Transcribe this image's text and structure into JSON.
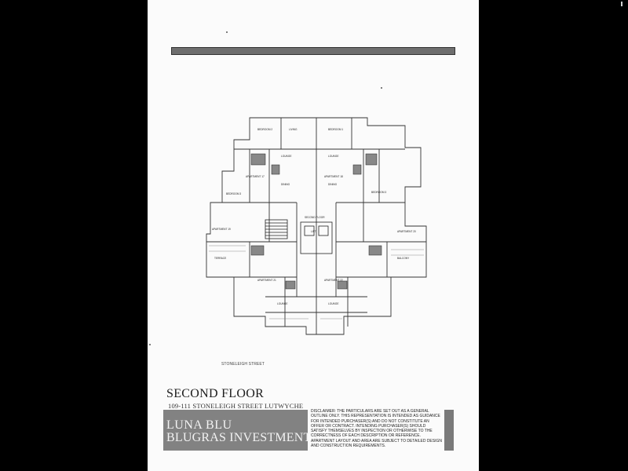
{
  "document": {
    "title": "SECOND FLOOR",
    "address": "109-111 STONELEIGH STREET LUTWYCHE",
    "brand_line1": "LUNA BLU",
    "brand_line2": "BLUGRAS INVESTMENTS",
    "street_label": "STONELEIGH STREET",
    "disclaimer": "DISCLAIMER: THE PARTICULARS ARE SET OUT AS A GENERAL OUTLINE ONLY. THIS REPRESENTATION IS INTENDED AS GUIDANCE FOR INTENDED PURCHASER(S) AND DO NOT CONSTITUTE AN OFFER OR CONTRACT. INTENDING PURCHASER(S) SHOULD SATISFY THEMSELVES BY INSPECTION OR OTHERWISE TO THE CORRECTNESS OF EACH DESCRIPTION OR REFERENCE. APARTMENT LAYOUT AND AREA ARE SUBJECT TO DETAILED DESIGN AND CONSTRUCTION REQUIREMENTS."
  },
  "plan": {
    "apartment_labels": [
      "APARTMENT 17",
      "APARTMENT 18",
      "APARTMENT 19",
      "APARTMENT 20",
      "APARTMENT 21",
      "APARTMENT 22"
    ],
    "room_labels": [
      "BEDROOM 2",
      "LIVING",
      "BEDROOM 1",
      "LOUNGE",
      "DINING",
      "BEDROOM 3",
      "TERRACE",
      "BALCONY"
    ],
    "core_label": "SECOND FLOOR",
    "lift_label": "LIFT"
  }
}
